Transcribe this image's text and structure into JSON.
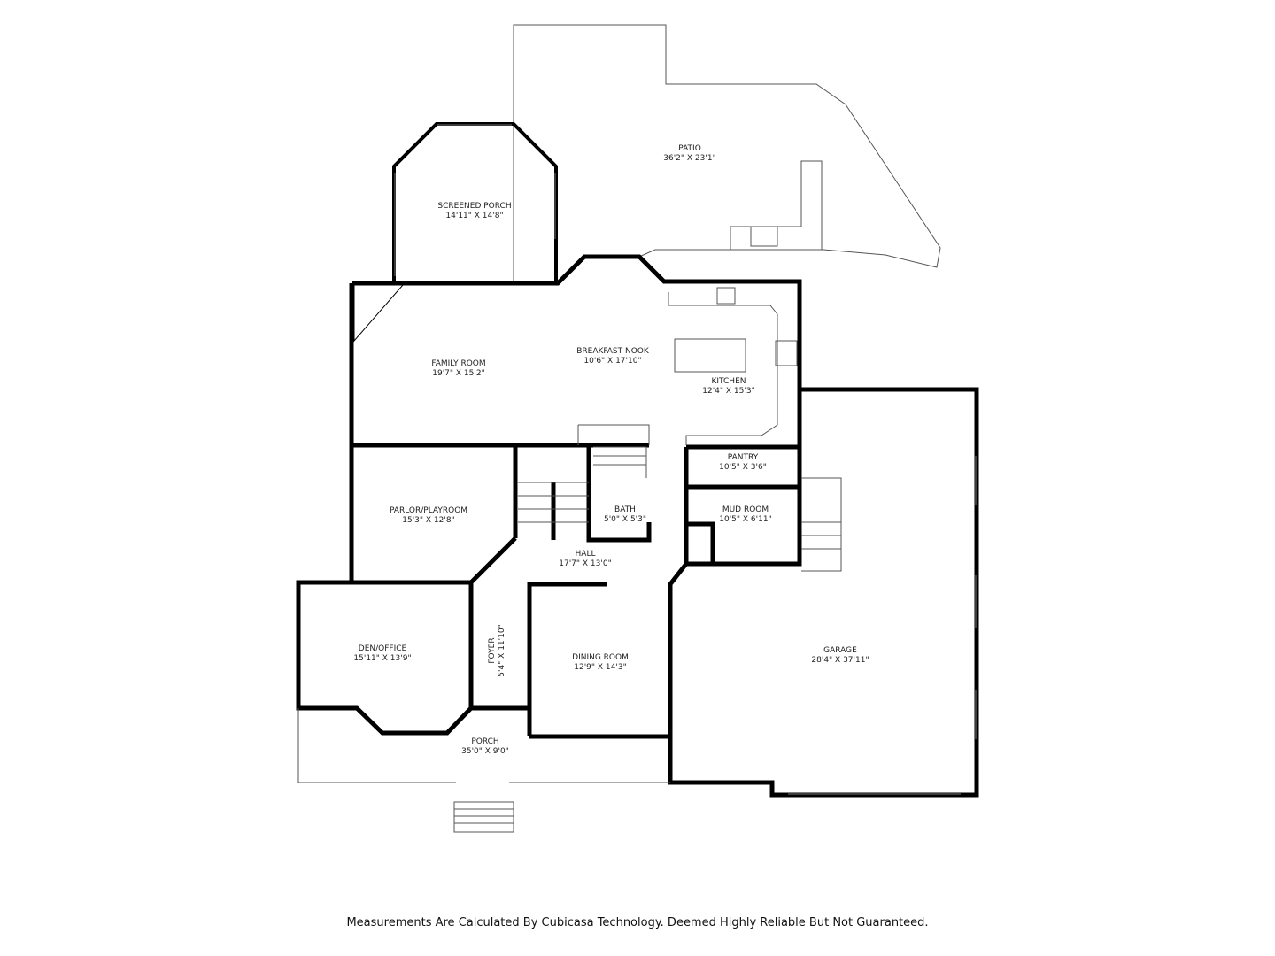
{
  "rooms": [
    {
      "name": "PATIO",
      "size": "36'2\" X 23'1\""
    },
    {
      "name": "SCREENED PORCH",
      "size": "14'11\" X 14'8\""
    },
    {
      "name": "BREAKFAST NOOK",
      "size": "10'6\" X 17'10\""
    },
    {
      "name": "FAMILY ROOM",
      "size": "19'7\" X 15'2\""
    },
    {
      "name": "KITCHEN",
      "size": "12'4\" X 15'3\""
    },
    {
      "name": "PANTRY",
      "size": "10'5\" X 3'6\""
    },
    {
      "name": "MUD ROOM",
      "size": "10'5\" X 6'11\""
    },
    {
      "name": "BATH",
      "size": "5'0\" X 5'3\""
    },
    {
      "name": "PARLOR/PLAYROOM",
      "size": "15'3\" X 12'8\""
    },
    {
      "name": "HALL",
      "size": "17'7\" X 13'0\""
    },
    {
      "name": "DEN/OFFICE",
      "size": "15'11\" X 13'9\""
    },
    {
      "name": "FOYER",
      "size": "5'4\" X 11'10\""
    },
    {
      "name": "DINING ROOM",
      "size": "12'9\" X 14'3\""
    },
    {
      "name": "GARAGE",
      "size": "28'4\" X 37'11\""
    },
    {
      "name": "PORCH",
      "size": "35'0\" X 9'0\""
    }
  ],
  "footer": "Measurements Are Calculated By Cubicasa Technology. Deemed Highly Reliable But Not Guaranteed."
}
